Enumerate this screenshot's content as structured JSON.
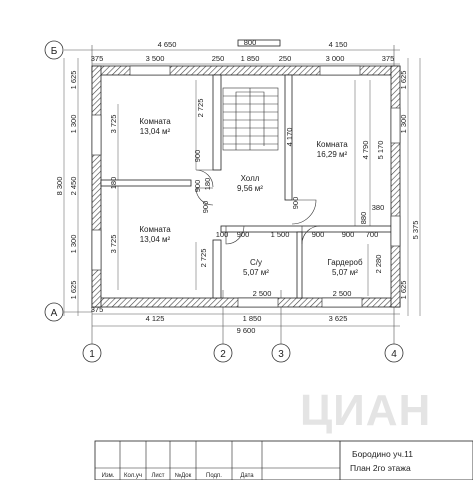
{
  "axes": {
    "rows": [
      "Б",
      "А"
    ],
    "cols": [
      "1",
      "2",
      "3",
      "4"
    ]
  },
  "rooms": [
    {
      "name": "Комната",
      "area": "13,04 м²"
    },
    {
      "name": "Комната",
      "area": "16,29 м²"
    },
    {
      "name": "Холл",
      "area": "9,56 м²"
    },
    {
      "name": "Комната",
      "area": "13,04 м²"
    },
    {
      "name": "С/у",
      "area": "5,07 м²"
    },
    {
      "name": "Гардероб",
      "area": "5,07 м²"
    }
  ],
  "dims_top": [
    "4 650",
    "800",
    "4 150",
    "375",
    "3 500",
    "250",
    "1 850",
    "250",
    "3 000",
    "375"
  ],
  "dims_bottom": [
    "375",
    "4 125",
    "1 850",
    "3 625",
    "9 600",
    "2 500",
    "2 500"
  ],
  "dims_left": [
    "1 625",
    "1 300",
    "8 300",
    "2 450",
    "1 300",
    "1 625",
    "3 725",
    "3 725",
    "180"
  ],
  "dims_right": [
    "1 625",
    "1 300",
    "1 625",
    "5 375",
    "4 790",
    "5 170",
    "2 280",
    "380",
    "880"
  ],
  "dims_inner": [
    "2 725",
    "2 725",
    "4 170",
    "900",
    "900",
    "180",
    "900",
    "900",
    "100",
    "900",
    "1 500",
    "900",
    "900",
    "700"
  ],
  "title_block": {
    "headers": [
      "Изм.",
      "Кол.уч",
      "Лист",
      "№Док",
      "Подп.",
      "Дата"
    ],
    "project": "Бородино уч.11",
    "sheet": "План 2го этажа"
  },
  "watermark": "ЦИАН"
}
